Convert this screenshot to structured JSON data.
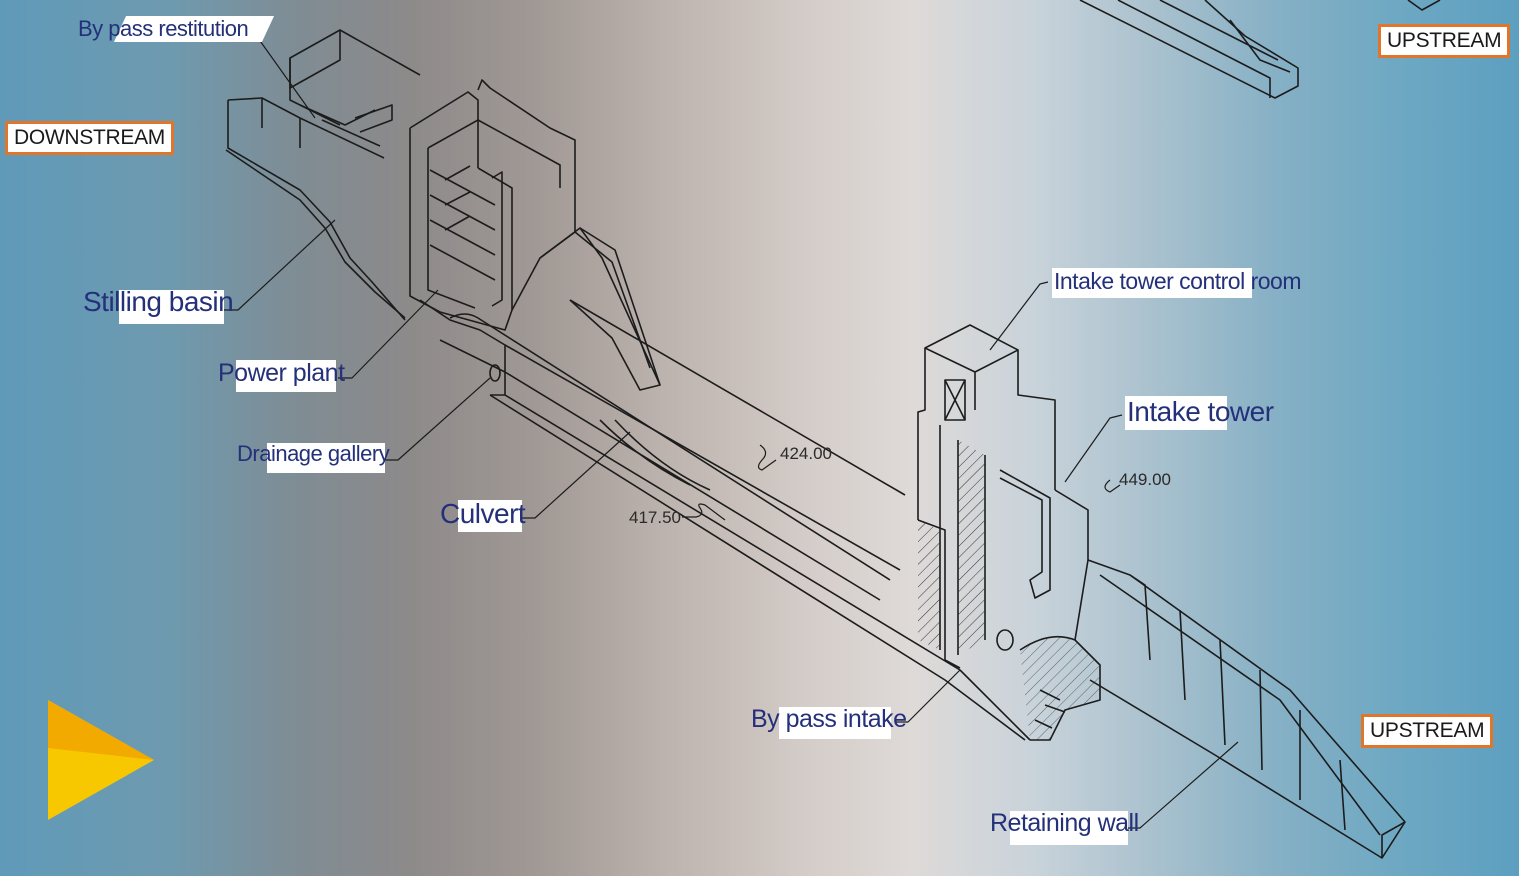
{
  "labels": {
    "bypass_restitution": "By pass restitution",
    "stilling_basin": "Stilling basin",
    "power_plant": "Power plant",
    "drainage_gallery": "Drainage gallery",
    "culvert": "Culvert",
    "intake_tower_control_room": "Intake tower control room",
    "intake_tower": "Intake tower",
    "bypass_intake": "By pass intake",
    "retaining_wall": "Retaining wall"
  },
  "direction_tags": {
    "downstream": "DOWNSTREAM",
    "upstream_top": "UPSTREAM",
    "upstream_bottom": "UPSTREAM"
  },
  "elevations": {
    "e424": "424.00",
    "e417": "417.50",
    "e449": "449.00"
  },
  "colors": {
    "label_text": "#24307a",
    "tag_border": "#e0762c",
    "play_icon": "#f2c200",
    "line": "#1a1a1a"
  },
  "icons": {
    "play": "play-icon"
  }
}
